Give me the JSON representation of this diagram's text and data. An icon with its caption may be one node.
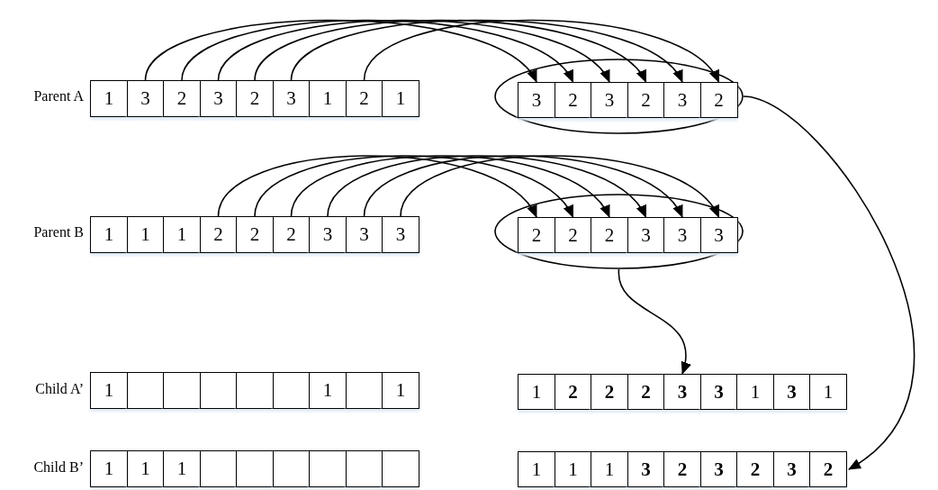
{
  "diagram": {
    "nodes": [
      {
        "text": [
          "1"
        ]
      },
      {
        "text": [
          "3"
        ]
      },
      {
        "text": [
          "2"
        ]
      },
      {
        "text": [
          "3"
        ]
      },
      {
        "text": [
          "2"
        ]
      },
      {
        "text": [
          "3"
        ]
      },
      {
        "text": [
          "1"
        ]
      },
      {
        "text": [
          "2"
        ]
      },
      {
        "text": [
          "1"
        ]
      },
      {
        "text": [],
        "shape": "ellipse"
      },
      {
        "text": [
          "3"
        ],
        "in": 9
      },
      {
        "text": [
          "2"
        ],
        "in": 9
      },
      {
        "text": [
          "3"
        ],
        "in": 9
      },
      {
        "text": [
          "2"
        ],
        "in": 9
      },
      {
        "text": [
          "3"
        ],
        "in": 9
      },
      {
        "text": [
          "2"
        ],
        "in": 9
      },
      {
        "text": [
          "1"
        ]
      },
      {
        "text": [
          "1"
        ]
      },
      {
        "text": [
          "1"
        ]
      },
      {
        "text": [
          "2"
        ]
      },
      {
        "text": [
          "2"
        ]
      },
      {
        "text": [
          "2"
        ]
      },
      {
        "text": [
          "3"
        ]
      },
      {
        "text": [
          "3"
        ]
      },
      {
        "text": [
          "3"
        ]
      },
      {
        "text": [],
        "shape": "ellipse"
      },
      {
        "text": [
          "2"
        ],
        "in": 25
      },
      {
        "text": [
          "2"
        ],
        "in": 25
      },
      {
        "text": [
          "2"
        ],
        "in": 25
      },
      {
        "text": [
          "3"
        ],
        "in": 25
      },
      {
        "text": [
          "3"
        ],
        "in": 25
      },
      {
        "text": [
          "3"
        ],
        "in": 25
      },
      {
        "text": [
          "1"
        ]
      },
      {
        "text": [],
        "shape": "box"
      },
      {
        "text": [],
        "shape": "box"
      },
      {
        "text": [],
        "shape": "box"
      },
      {
        "text": [],
        "shape": "box"
      },
      {
        "text": [],
        "shape": "box"
      },
      {
        "text": [
          "1"
        ]
      },
      {
        "text": [],
        "shape": "box"
      },
      {
        "text": [
          "1"
        ]
      },
      {
        "text": [
          "1"
        ]
      },
      {
        "text": [
          "2"
        ]
      },
      {
        "text": [
          "2"
        ]
      },
      {
        "text": [
          "2"
        ]
      },
      {
        "text": [
          "3"
        ]
      },
      {
        "text": [
          "3"
        ]
      },
      {
        "text": [
          "1"
        ]
      },
      {
        "text": [
          "3"
        ]
      },
      {
        "text": [
          "1"
        ]
      },
      {
        "text": [
          "1"
        ]
      },
      {
        "text": [
          "1"
        ]
      },
      {
        "text": [
          "1"
        ]
      },
      {
        "text": [],
        "shape": "box"
      },
      {
        "text": [],
        "shape": "box"
      },
      {
        "text": [],
        "shape": "box"
      },
      {
        "text": [],
        "shape": "box"
      },
      {
        "text": [],
        "shape": "box"
      },
      {
        "text": [],
        "shape": "box"
      },
      {
        "text": [
          "1"
        ]
      },
      {
        "text": [
          "1"
        ]
      },
      {
        "text": [
          "1"
        ]
      },
      {
        "text": [
          "3"
        ]
      },
      {
        "text": [
          "2"
        ]
      },
      {
        "text": [
          "3"
        ]
      },
      {
        "text": [
          "2"
        ]
      },
      {
        "text": [
          "3"
        ]
      },
      {
        "text": [
          "2"
        ]
      }
    ],
    "edges": [
      {
        "from": 1,
        "to": 10,
        "arrow": "to"
      },
      {
        "from": 2,
        "to": 11,
        "arrow": "to"
      },
      {
        "from": 3,
        "to": 12,
        "arrow": "to"
      },
      {
        "from": 4,
        "to": 13,
        "arrow": "to"
      },
      {
        "from": 5,
        "to": 14,
        "arrow": "to"
      },
      {
        "from": 7,
        "to": 15,
        "arrow": "to"
      },
      {
        "from": 19,
        "to": 26,
        "arrow": "to"
      },
      {
        "from": 20,
        "to": 27,
        "arrow": "to"
      },
      {
        "from": 21,
        "to": 28,
        "arrow": "to"
      },
      {
        "from": 22,
        "to": 29,
        "arrow": "to"
      },
      {
        "from": 23,
        "to": 30,
        "arrow": "to"
      },
      {
        "from": 24,
        "to": 31,
        "arrow": "to"
      },
      {
        "from": 25,
        "to": 45,
        "arrow": "to"
      },
      {
        "from": 9,
        "to": 67,
        "arrow": "to"
      }
    ],
    "labels": [
      "Parent A",
      "Parent B",
      "Child A’",
      "Child B’"
    ]
  }
}
